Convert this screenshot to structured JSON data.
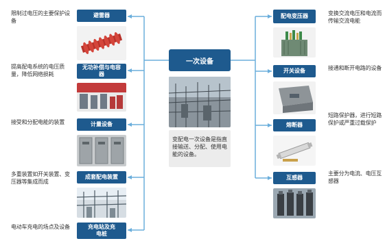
{
  "center": {
    "title": "一次设备",
    "description": "变配电一次设备是指直接输送、分配、使用电能的设备。"
  },
  "left": [
    {
      "label": "避雷器",
      "desc": "限制过电压的主要保护设备"
    },
    {
      "label": "无功补偿与电容器",
      "desc": "提高配电系统的电压质量，降低网络损耗"
    },
    {
      "label": "计量设备",
      "desc": "接受和分配电能的装置"
    },
    {
      "label": "成套配电装置",
      "desc": "多重装置如开关装置、变压器等集成而成"
    },
    {
      "label": "充电站及充电桩",
      "desc": "电动车充电的场点及设备"
    }
  ],
  "right": [
    {
      "label": "配电变压器",
      "desc": "变换交流电压和电流而传输交流电能"
    },
    {
      "label": "开关设备",
      "desc": "接通和断开电路的设备"
    },
    {
      "label": "熔断器",
      "desc": "短路保护器，进行短路保护或严重过载保护"
    },
    {
      "label": "互感器",
      "desc": "主要分为电流、电压互感器"
    }
  ],
  "colors": {
    "label_bg": "#1e5a8e",
    "line": "#6aaedc"
  }
}
